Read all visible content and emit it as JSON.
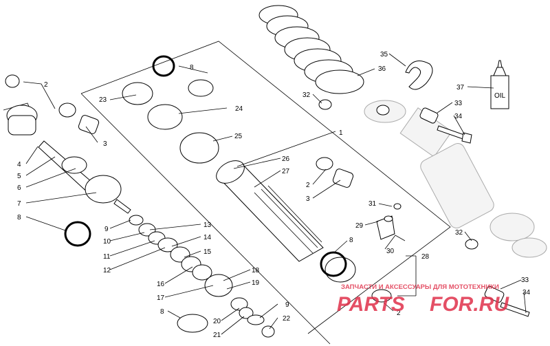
{
  "callouts": [
    {
      "id": "c1",
      "text": "1"
    },
    {
      "id": "c2a",
      "text": "2"
    },
    {
      "id": "c2b",
      "text": "2"
    },
    {
      "id": "c2c",
      "text": "2"
    },
    {
      "id": "c3a",
      "text": "3"
    },
    {
      "id": "c3b",
      "text": "3"
    },
    {
      "id": "c4",
      "text": "4"
    },
    {
      "id": "c5",
      "text": "5"
    },
    {
      "id": "c6",
      "text": "6"
    },
    {
      "id": "c7",
      "text": "7"
    },
    {
      "id": "c8a",
      "text": "8"
    },
    {
      "id": "c8b",
      "text": "8"
    },
    {
      "id": "c8c",
      "text": "8"
    },
    {
      "id": "c8d",
      "text": "8"
    },
    {
      "id": "c9a",
      "text": "9"
    },
    {
      "id": "c9b",
      "text": "9"
    },
    {
      "id": "c10",
      "text": "10"
    },
    {
      "id": "c11",
      "text": "11"
    },
    {
      "id": "c12",
      "text": "12"
    },
    {
      "id": "c13",
      "text": "13"
    },
    {
      "id": "c14",
      "text": "14"
    },
    {
      "id": "c15",
      "text": "15"
    },
    {
      "id": "c16",
      "text": "16"
    },
    {
      "id": "c17",
      "text": "17"
    },
    {
      "id": "c18",
      "text": "18"
    },
    {
      "id": "c19",
      "text": "19"
    },
    {
      "id": "c20",
      "text": "20"
    },
    {
      "id": "c21",
      "text": "21"
    },
    {
      "id": "c22",
      "text": "22"
    },
    {
      "id": "c23",
      "text": "23"
    },
    {
      "id": "c24",
      "text": "24"
    },
    {
      "id": "c25",
      "text": "25"
    },
    {
      "id": "c26",
      "text": "26"
    },
    {
      "id": "c27",
      "text": "27"
    },
    {
      "id": "c28",
      "text": "28"
    },
    {
      "id": "c29",
      "text": "29"
    },
    {
      "id": "c30",
      "text": "30"
    },
    {
      "id": "c31",
      "text": "31"
    },
    {
      "id": "c32a",
      "text": "32"
    },
    {
      "id": "c32b",
      "text": "32"
    },
    {
      "id": "c33a",
      "text": "33"
    },
    {
      "id": "c33b",
      "text": "33"
    },
    {
      "id": "c34a",
      "text": "34"
    },
    {
      "id": "c34b",
      "text": "34"
    },
    {
      "id": "c35",
      "text": "35"
    },
    {
      "id": "c36",
      "text": "36"
    },
    {
      "id": "c37",
      "text": "37"
    }
  ],
  "oil_label": "OIL",
  "watermark": {
    "tagline": "ЗАПЧАСТИ И АКСЕССУАРЫ ДЛЯ МОТОТЕХНИКИ",
    "brand_left": "PARTS",
    "brand_right": "FOR.RU",
    "color": "#e0314b"
  },
  "highlight_color": "#000000"
}
